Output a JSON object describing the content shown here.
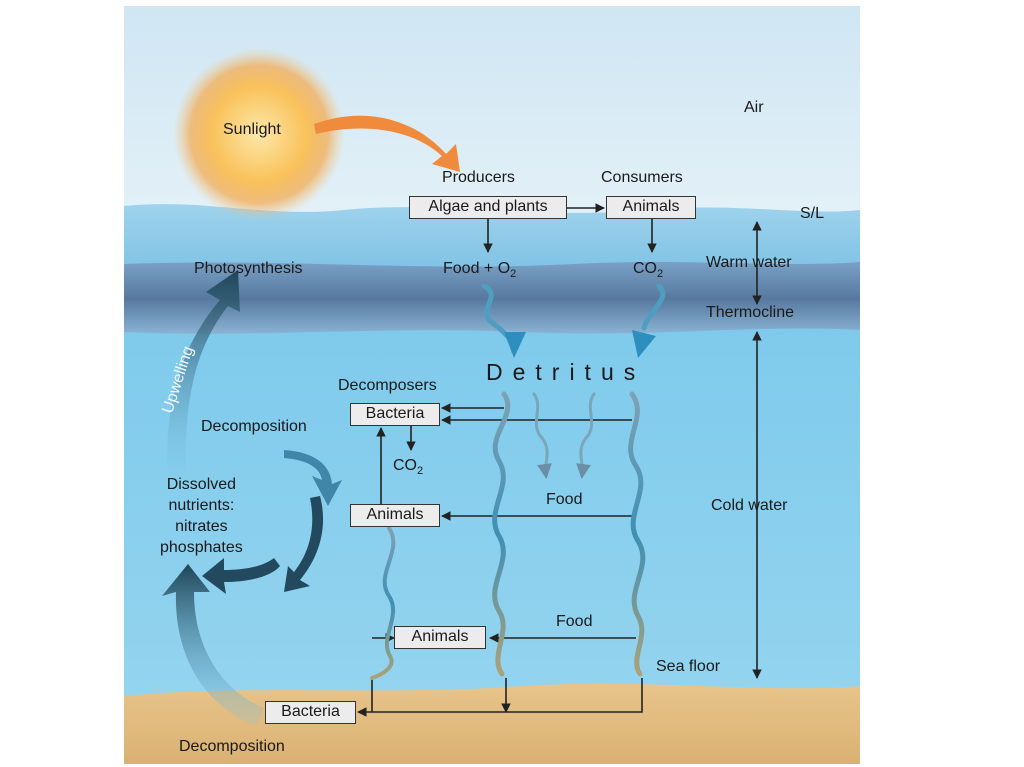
{
  "labels": {
    "air": "Air",
    "sunlight": "Sunlight",
    "producers": "Producers",
    "consumers": "Consumers",
    "surface": "S/L",
    "food_o2_prefix": "Food + O",
    "o2_sub": "2",
    "co2_prefix": "CO",
    "co2_sub": "2",
    "photosynthesis": "Photosynthesis",
    "warm_water": "Warm water",
    "thermocline": "Thermocline",
    "detritus": "Detritus",
    "decomposers": "Decomposers",
    "upwelling": "Upwelling",
    "decomposition_mid": "Decomposition",
    "co2_bacteria_prefix": "CO",
    "co2_bacteria_sub": "2",
    "dissolved_nutrients": "Dissolved\nnutrients:\nnitrates\nphosphates",
    "food_mid": "Food",
    "cold_water": "Cold water",
    "food_low": "Food",
    "sea_floor": "Sea floor",
    "decomposition_bottom": "Decomposition"
  },
  "boxes": {
    "algae_plants": "Algae and plants",
    "animals_top": "Animals",
    "bacteria_mid": "Bacteria",
    "animals_mid": "Animals",
    "animals_low": "Animals",
    "bacteria_floor": "Bacteria"
  },
  "colors": {
    "sky": "#d8ebf5",
    "warm_water": "#7dc3e5",
    "thermocline": "#6d8fb6",
    "cold_water": "#88cdec",
    "sea_floor": "#e2bd82",
    "sun": "#f8b84a",
    "sun_arrow": "#f08a3c",
    "cycle_arrow": "#23495e",
    "wavy_line": "#4f9ec0"
  }
}
